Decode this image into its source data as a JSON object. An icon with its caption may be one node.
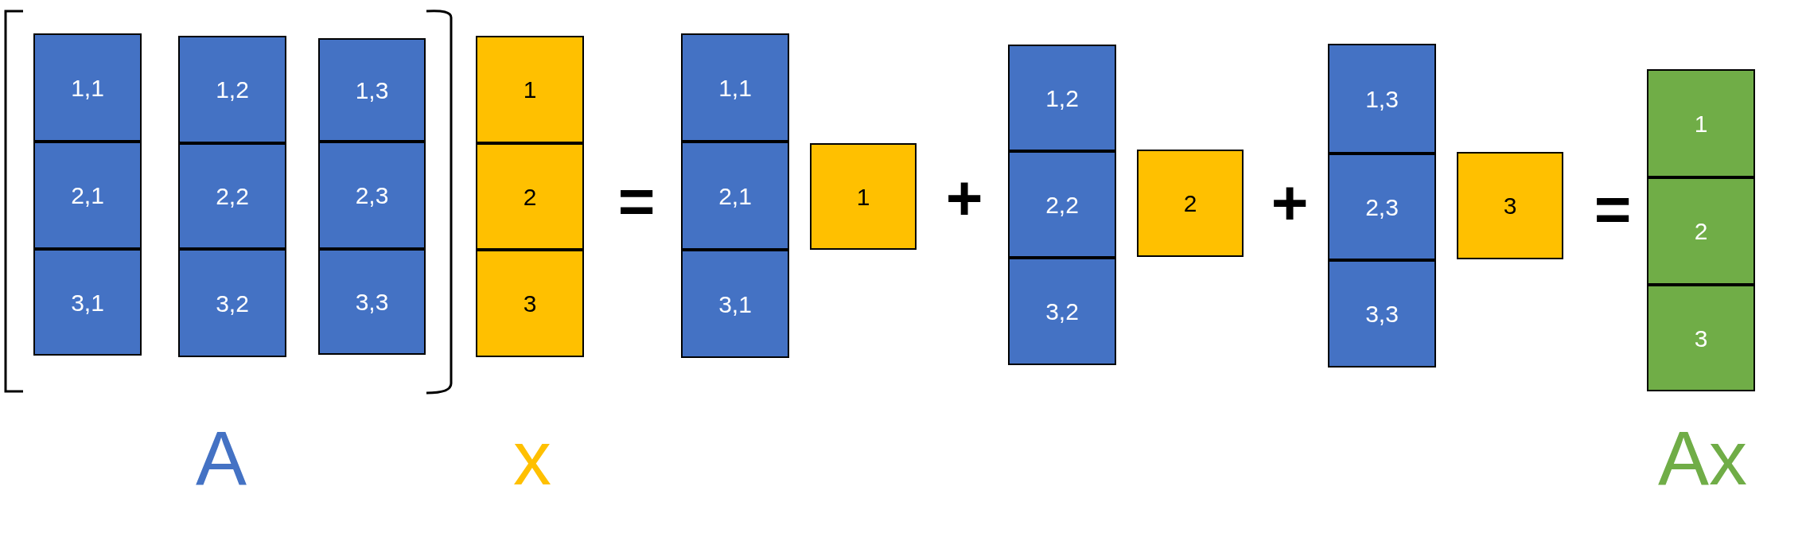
{
  "diagram": {
    "nodes": [
      {
        "text": [
          "1,1"
        ]
      },
      {
        "text": [
          "2,1"
        ]
      },
      {
        "text": [
          "3,1"
        ]
      },
      {
        "text": [
          "1,2"
        ]
      },
      {
        "text": [
          "2,2"
        ]
      },
      {
        "text": [
          "3,2"
        ]
      },
      {
        "text": [
          "1,3"
        ]
      },
      {
        "text": [
          "2,3"
        ]
      },
      {
        "text": [
          "3,3"
        ]
      },
      {
        "text": [
          "1"
        ]
      },
      {
        "text": [
          "2"
        ]
      },
      {
        "text": [
          "3"
        ]
      },
      {
        "text": [
          "1,1"
        ]
      },
      {
        "text": [
          "2,1"
        ]
      },
      {
        "text": [
          "3,1"
        ]
      },
      {
        "text": [
          "1"
        ]
      },
      {
        "text": [
          "1,2"
        ]
      },
      {
        "text": [
          "2,2"
        ]
      },
      {
        "text": [
          "3,2"
        ]
      },
      {
        "text": [
          "2"
        ]
      },
      {
        "text": [
          "1,3"
        ]
      },
      {
        "text": [
          "2,3"
        ]
      },
      {
        "text": [
          "3,3"
        ]
      },
      {
        "text": [
          "3"
        ]
      },
      {
        "text": [
          "1"
        ]
      },
      {
        "text": [
          "2"
        ]
      },
      {
        "text": [
          "3"
        ]
      }
    ],
    "edges": [],
    "labels": [
      "=",
      "+",
      "+",
      "=",
      "A",
      "x",
      "Ax"
    ]
  }
}
